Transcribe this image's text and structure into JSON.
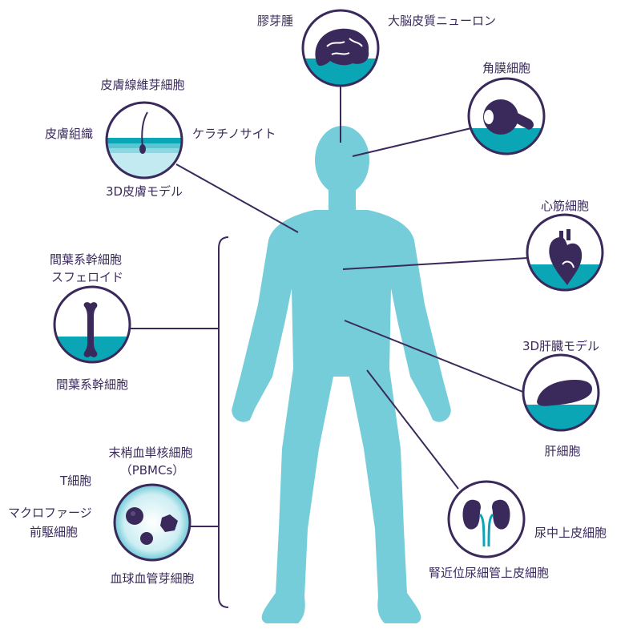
{
  "colors": {
    "body": "#74cdd9",
    "ink": "#3a2a5c",
    "teal": "#0aa6b6",
    "tealLight": "#bde7ee"
  },
  "labels": {
    "glioma": "膠芽腫",
    "cortical_neuron": "大脳皮質ニューロン",
    "corneal_cell": "角膜細胞",
    "dermal_fibroblast": "皮膚線維芽細胞",
    "skin_tissue": "皮膚組織",
    "keratinocyte": "ケラチノサイト",
    "skin_model_3d": "3D皮膚モデル",
    "cardiomyocyte": "心筋細胞",
    "msc_spheroid_1": "間葉系幹細胞",
    "msc_spheroid_2": "スフェロイド",
    "msc": "間葉系幹細胞",
    "liver_model_3d": "3D肝臓モデル",
    "hepatocyte": "肝細胞",
    "pbmc_1": "末梢血単核細胞",
    "pbmc_2": "（PBMCs）",
    "t_cell": "T細胞",
    "macrophage_1": "マクロファージ",
    "macrophage_2": "前駆細胞",
    "endothelial_progenitor": "血球血管芽細胞",
    "urothelial": "尿中上皮細胞",
    "renal_tubule": "腎近位尿細管上皮細胞"
  },
  "icons": {
    "brain": "brain-icon",
    "eye": "eye-icon",
    "hair": "hair-follicle-icon",
    "heart": "heart-icon",
    "bone": "bone-icon",
    "liver": "liver-icon",
    "blood": "blood-cells-icon",
    "kidney": "kidney-icon"
  }
}
